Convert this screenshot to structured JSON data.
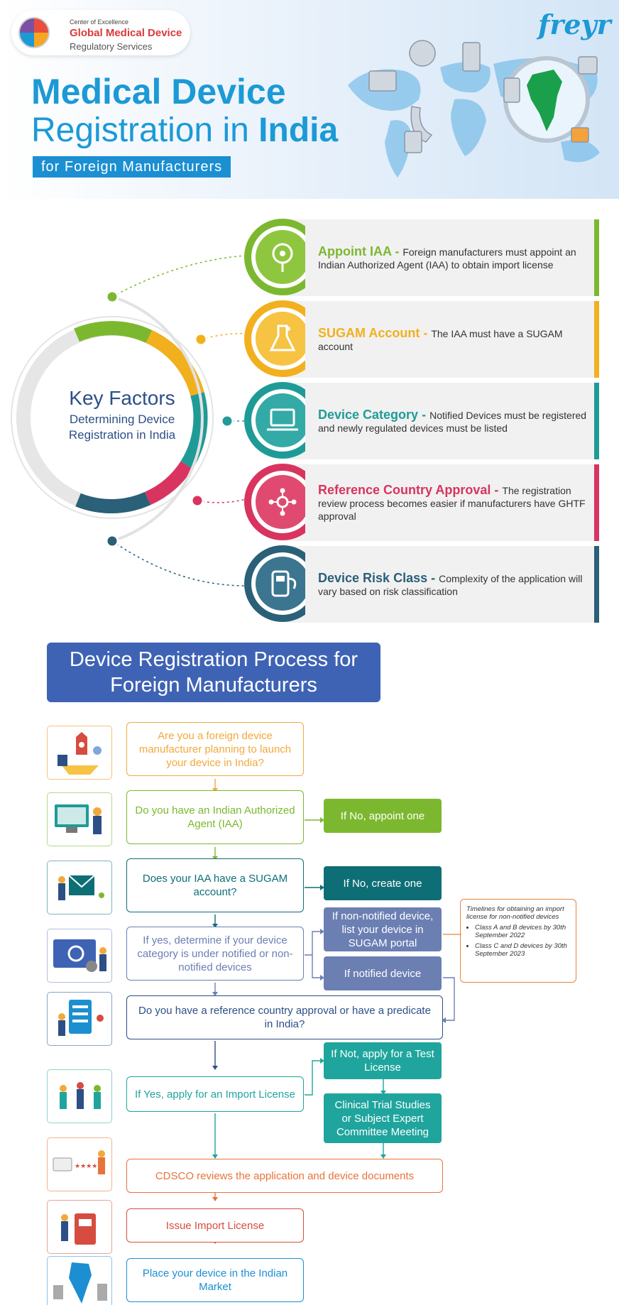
{
  "header": {
    "badge_small": "Center of Excellence",
    "badge_title": "Global Medical Device",
    "badge_sub": "Regulatory Services",
    "brand": "freyr",
    "title_line1": "Medical Device",
    "title_line2_a": "Registration in ",
    "title_line2_b": "India",
    "tagline": "for Foreign Manufacturers"
  },
  "key_factors": {
    "center_title": "Key Factors",
    "center_sub_1": "Determining Device",
    "center_sub_2": "Registration in India",
    "items": [
      {
        "title": "Appoint IAA",
        "sep": " - ",
        "text": "Foreign manufacturers must appoint an Indian Authorized Agent (IAA) to obtain import license",
        "color": "#7cb82f",
        "icon": "location-gear-icon"
      },
      {
        "title": "SUGAM Account",
        "sep": " - ",
        "text": "The IAA must have a SUGAM account",
        "color": "#f2b01e",
        "icon": "flask-icon"
      },
      {
        "title": "Device Category",
        "sep": " - ",
        "text": "Notified Devices must be registered and newly regulated devices must be listed",
        "color": "#1f9b97",
        "icon": "laptop-icon"
      },
      {
        "title": "Reference Country Approval",
        "sep": " - ",
        "text": "The registration review process becomes easier if manufacturers have GHTF approval",
        "color": "#d8345f",
        "icon": "network-icon"
      },
      {
        "title": "Device Risk Class",
        "sep": " - ",
        "text": "Complexity of the application will vary based on risk classification",
        "color": "#2a6078",
        "icon": "medical-device-icon"
      }
    ]
  },
  "process": {
    "title_line1": "Device Registration Process for",
    "title_line2": "Foreign Manufacturers",
    "step1": "Are you a foreign device manufacturer planning to launch your device in India?",
    "step2": "Do you have an Indian Authorized Agent (IAA)",
    "step2_no": "If No, appoint one",
    "step3": "Does your IAA have a SUGAM account?",
    "step3_no": "If No, create one",
    "step4": "If yes, determine if your device category is under notified or non-notified devices",
    "step4_non": "If non-notified device, list your device in SUGAM portal",
    "step4_notified": "If notified device",
    "step5": "Do you have a reference country approval or have a predicate in India?",
    "step6": "If Yes, apply for an Import License",
    "step6_not": "If Not, apply for a Test License",
    "step6_trial": "Clinical Trial Studies or Subject Expert Committee Meeting",
    "step7": "CDSCO reviews the application and device documents",
    "step8": "Issue Import License",
    "step9": "Place your device in the Indian Market",
    "timeline_title": "Timelines for obtaining an import license for non-notified devices",
    "timeline_1": "Class A and B devices by 30th September 2022",
    "timeline_2": "Class C and D devices by 30th September 2023"
  },
  "colors": {
    "orange": "#f2a93b",
    "green": "#7cb82f",
    "teal_dark": "#0e6e76",
    "slate": "#6b7fb3",
    "blue": "#2c4f86",
    "teal": "#1fa59d",
    "deep_orange": "#e8733a",
    "red": "#d64c3f",
    "sky": "#1b8fd2"
  }
}
